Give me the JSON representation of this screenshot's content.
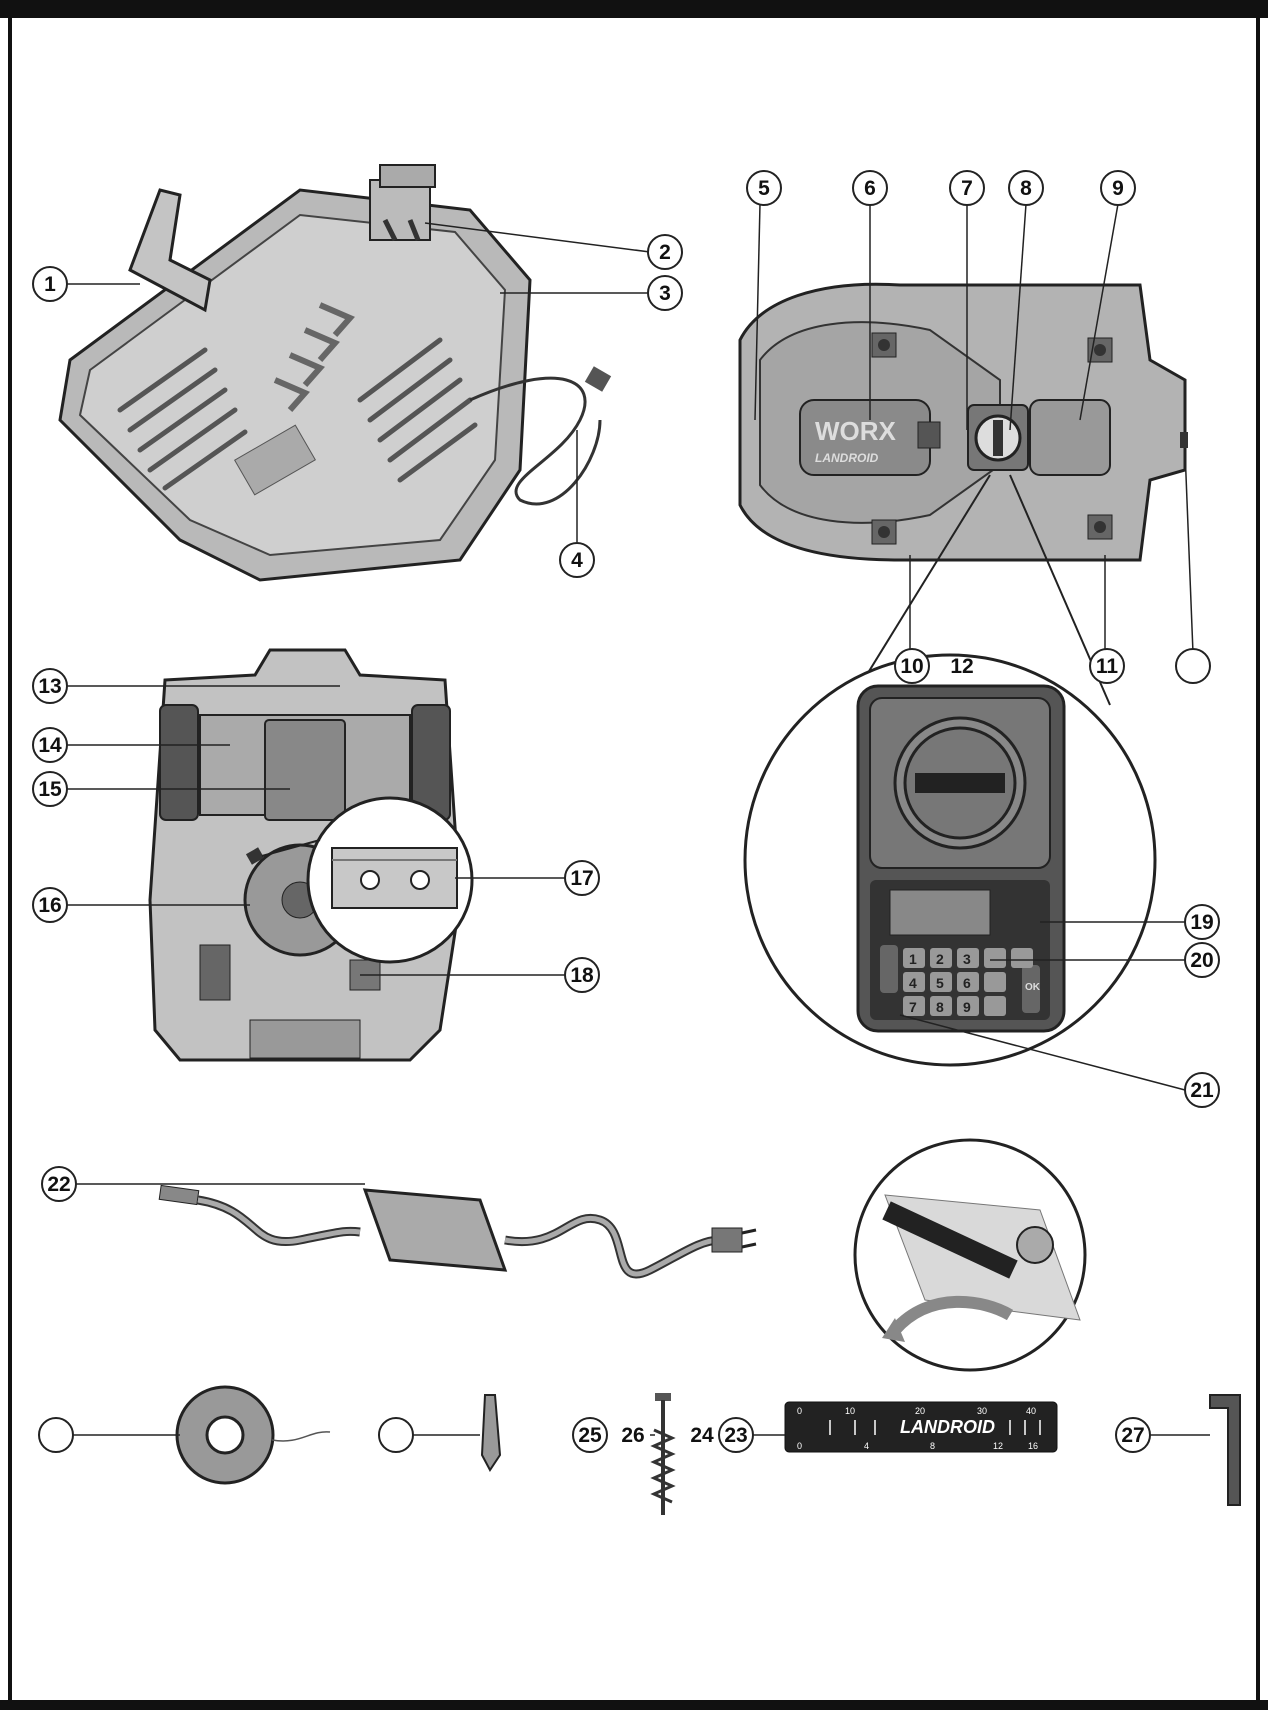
{
  "brand": {
    "worx_logo": "WORX",
    "landroid_logo": "LANDROID"
  },
  "callouts": {
    "c1": "1",
    "c2": "2",
    "c3": "3",
    "c4": "4",
    "c5": "5",
    "c6": "6",
    "c7": "7",
    "c8": "8",
    "c9": "9",
    "c10": "10",
    "c11": "11",
    "c12": "12",
    "c13": "13",
    "c14": "14",
    "c15": "15",
    "c16": "16",
    "c17": "17",
    "c18": "18",
    "c19": "19",
    "c20": "20",
    "c21": "21",
    "c22": "22",
    "c23": "23",
    "c24": "24",
    "c25": "25",
    "c26": "26",
    "c27": "27"
  },
  "keypad": {
    "keys": [
      "1",
      "2",
      "3",
      "4",
      "5",
      "6",
      "7",
      "8",
      "9"
    ],
    "ok": "OK"
  },
  "ruler": {
    "logo": "LANDROID",
    "top_scale": [
      "0",
      "10",
      "20",
      "30",
      "40"
    ],
    "bottom_scale": [
      "0",
      "4",
      "8",
      "12",
      "16"
    ]
  }
}
